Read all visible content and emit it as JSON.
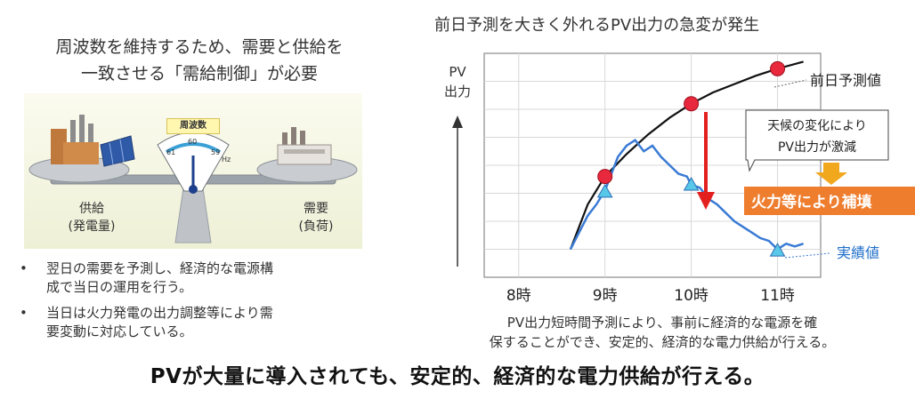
{
  "left": {
    "heading_line1": "周波数を維持するため、需要と供給を",
    "heading_line2": "一致させる「需給制御」が必要",
    "freq_title": "周波数",
    "gauge_ticks": [
      "61",
      "60",
      "59"
    ],
    "gauge_unit": "Hz",
    "supply_label": "供給",
    "supply_sub": "(発電量)",
    "demand_label": "需要",
    "demand_sub": "(負荷)",
    "bullets": [
      {
        "line1": "翌日の需要を予測し、経済的な電源構",
        "line2": "成で当日の運用を行う。"
      },
      {
        "line1": "当日は火力発電の出力調整等により需",
        "line2": "要変動に対応している。"
      }
    ]
  },
  "right": {
    "title": "前日予測を大きく外れるPV出力の急変が発生",
    "y_axis_label_line1": "PV",
    "y_axis_label_line2": "出力",
    "forecast_label": "前日予測値",
    "actual_label": "実績値",
    "callout_line1": "天候の変化により",
    "callout_line2": "PV出力が激減",
    "thermal_label": "火力等により補填",
    "footer_line1": "PV出力短時間予測により、事前に経済的な電源を確",
    "footer_line2": "保することができ、安定的、経済的な電力供給が行える。"
  },
  "bottom_banner": "PVが大量に導入されても、安定的、経済的な電力供給が行える。",
  "colors": {
    "forecast_line": "#111111",
    "forecast_marker": "#e8283c",
    "actual_line": "#3a7bd5",
    "actual_marker": "#59c7e8",
    "drop_arrow": "#e32020",
    "thermal_box": "#ef7d2e",
    "thermal_arrow": "#f2a81d"
  },
  "chart_data": {
    "type": "line",
    "x_ticks": [
      "8時",
      "9時",
      "10時",
      "11時"
    ],
    "x_tick_values": [
      8,
      9,
      10,
      11
    ],
    "xlim": [
      7.6,
      11.5
    ],
    "ylim": [
      0,
      8
    ],
    "series": [
      {
        "name": "前日予測値",
        "x": [
          8.6,
          8.8,
          9.0,
          9.25,
          9.5,
          9.75,
          10.0,
          10.25,
          10.5,
          10.75,
          11.0,
          11.3
        ],
        "y": [
          1.0,
          2.6,
          3.6,
          4.4,
          5.1,
          5.7,
          6.2,
          6.6,
          6.9,
          7.2,
          7.45,
          7.7
        ],
        "markers_x": [
          9.0,
          10.0,
          11.0
        ],
        "markers_y": [
          3.6,
          6.2,
          7.45
        ]
      },
      {
        "name": "実績値",
        "x": [
          8.6,
          8.7,
          8.8,
          8.9,
          9.0,
          9.1,
          9.15,
          9.25,
          9.35,
          9.45,
          9.55,
          9.65,
          9.75,
          9.85,
          9.95,
          10.0,
          10.1,
          10.2,
          10.3,
          10.4,
          10.5,
          10.6,
          10.7,
          10.8,
          10.9,
          11.0,
          11.1,
          11.2,
          11.3
        ],
        "y": [
          1.0,
          1.6,
          2.2,
          2.6,
          3.1,
          3.9,
          4.3,
          4.7,
          4.9,
          4.5,
          4.7,
          4.3,
          4.0,
          3.7,
          3.6,
          3.3,
          3.2,
          2.8,
          2.6,
          2.3,
          2.0,
          1.8,
          1.6,
          1.4,
          1.3,
          1.0,
          1.2,
          1.1,
          1.2
        ],
        "markers_x": [
          9.0,
          10.0,
          11.0
        ],
        "markers_y": [
          3.05,
          3.3,
          0.95
        ]
      }
    ]
  }
}
